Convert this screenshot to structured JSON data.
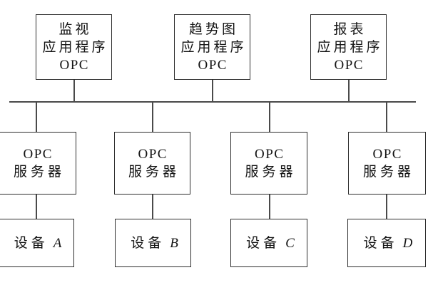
{
  "diagram": {
    "app_boxes": [
      {
        "lines": [
          "监视",
          "应用程序",
          "OPC"
        ]
      },
      {
        "lines": [
          "趋势图",
          "应用程序",
          "OPC"
        ]
      },
      {
        "lines": [
          "报表",
          "应用程序",
          "OPC"
        ]
      }
    ],
    "server_boxes": [
      {
        "lines": [
          "OPC",
          "服务器"
        ]
      },
      {
        "lines": [
          "OPC",
          "服务器"
        ]
      },
      {
        "lines": [
          "OPC",
          "服务器"
        ]
      },
      {
        "lines": [
          "OPC",
          "服务器"
        ]
      }
    ],
    "device_boxes": [
      {
        "label": "设备",
        "id": "A"
      },
      {
        "label": "设备",
        "id": "B"
      },
      {
        "label": "设备",
        "id": "C"
      },
      {
        "label": "设备",
        "id": "D"
      }
    ],
    "colors": {
      "background": "#ffffff",
      "box_border": "#2e2e2e",
      "connector_line": "#4a4a4a",
      "text": "#141414"
    }
  }
}
